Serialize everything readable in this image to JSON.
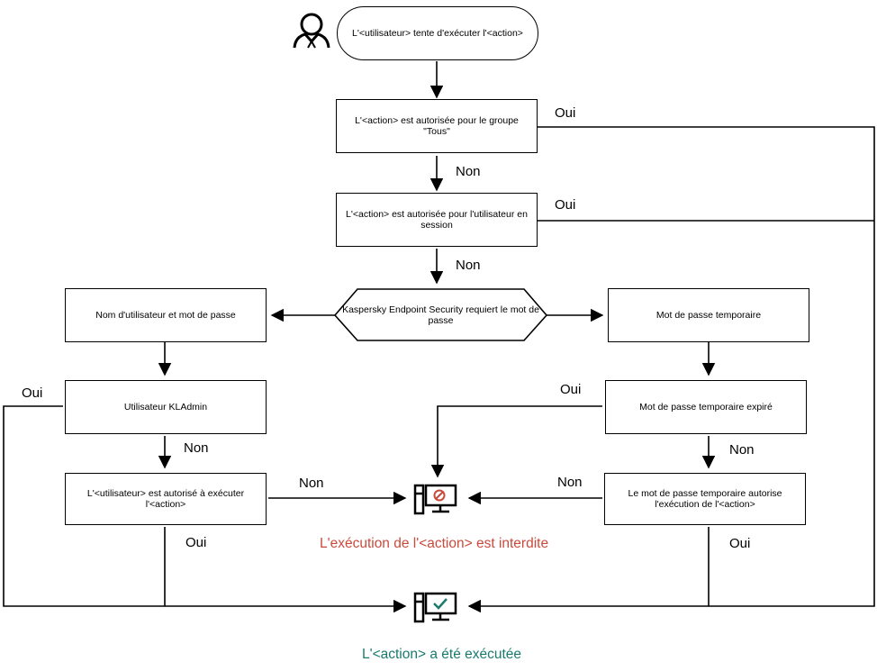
{
  "nodes": {
    "start": "L'<utilisateur> tente d'exécuter l'<action>",
    "allowed_all": "L'<action> est autorisée pour le groupe \"Tous\"",
    "allowed_session": "L'<action> est autorisée pour l'utilisateur en session",
    "requires_password": "Kaspersky Endpoint Security requiert le mot de passe",
    "user_password": "Nom d'utilisateur et mot de passe",
    "temp_password": "Mot de passe temporaire",
    "kladmin": "Utilisateur KLAdmin",
    "temp_expired": "Mot de passe temporaire expiré",
    "user_allowed": "L'<utilisateur> est autorisé à exécuter l'<action>",
    "temp_allows": "Le mot de passe temporaire autorise l'exécution de l'<action>"
  },
  "edges": {
    "oui_1": "Oui",
    "non_1": "Non",
    "oui_2": "Oui",
    "non_2": "Non",
    "oui_kladmin": "Oui",
    "non_kladmin": "Non",
    "oui_expired": "Oui",
    "non_expired": "Non",
    "non_user_allowed": "Non",
    "non_temp_allows": "Non",
    "oui_user_allowed": "Oui",
    "oui_temp_allows": "Oui"
  },
  "results": {
    "forbidden": "L'exécution de l'<action> est interdite",
    "executed": "L'<action> a été exécutée"
  },
  "icons": {
    "user": "user-icon",
    "forbidden": "computer-forbidden-icon",
    "allowed": "computer-check-icon"
  },
  "colors": {
    "forbidden": "#c94a3c",
    "executed": "#1a7a6e",
    "line": "#000000"
  }
}
